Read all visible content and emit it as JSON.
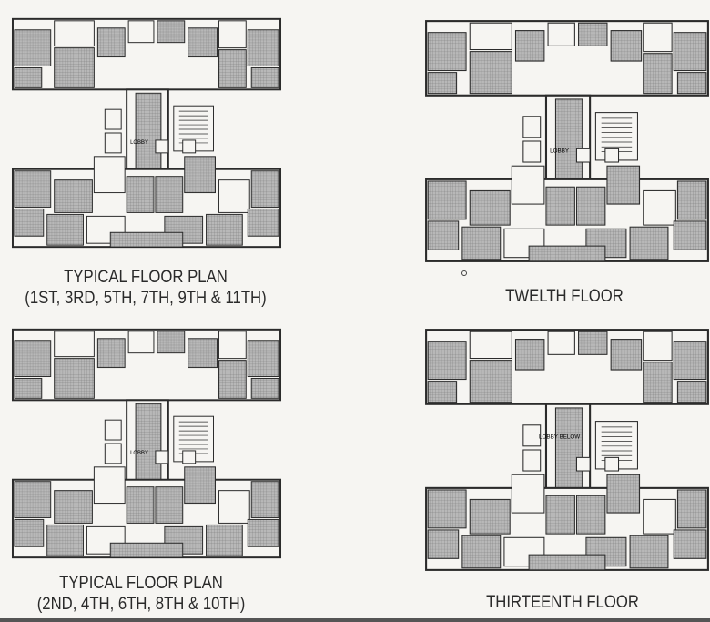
{
  "plans": [
    {
      "caption_line1": "TYPICAL FLOOR PLAN",
      "caption_line2": "(1ST, 3RD, 5TH, 7TH, 9TH & 11TH)",
      "core_label": "LOBBY"
    },
    {
      "caption_line1": "TWELTH FLOOR",
      "core_label": "LOBBY"
    },
    {
      "caption_line1": "TYPICAL FLOOR PLAN",
      "caption_line2": "(2ND, 4TH, 6TH, 8TH & 10TH)",
      "core_label": "LOBBY"
    },
    {
      "caption_line1": "THIRTEENTH FLOOR",
      "core_label": "LOBBY BELOW"
    }
  ],
  "colors": {
    "line": "#2b2b2b",
    "room_fill": "#9a9a9a",
    "paper": "#f6f5f2"
  }
}
